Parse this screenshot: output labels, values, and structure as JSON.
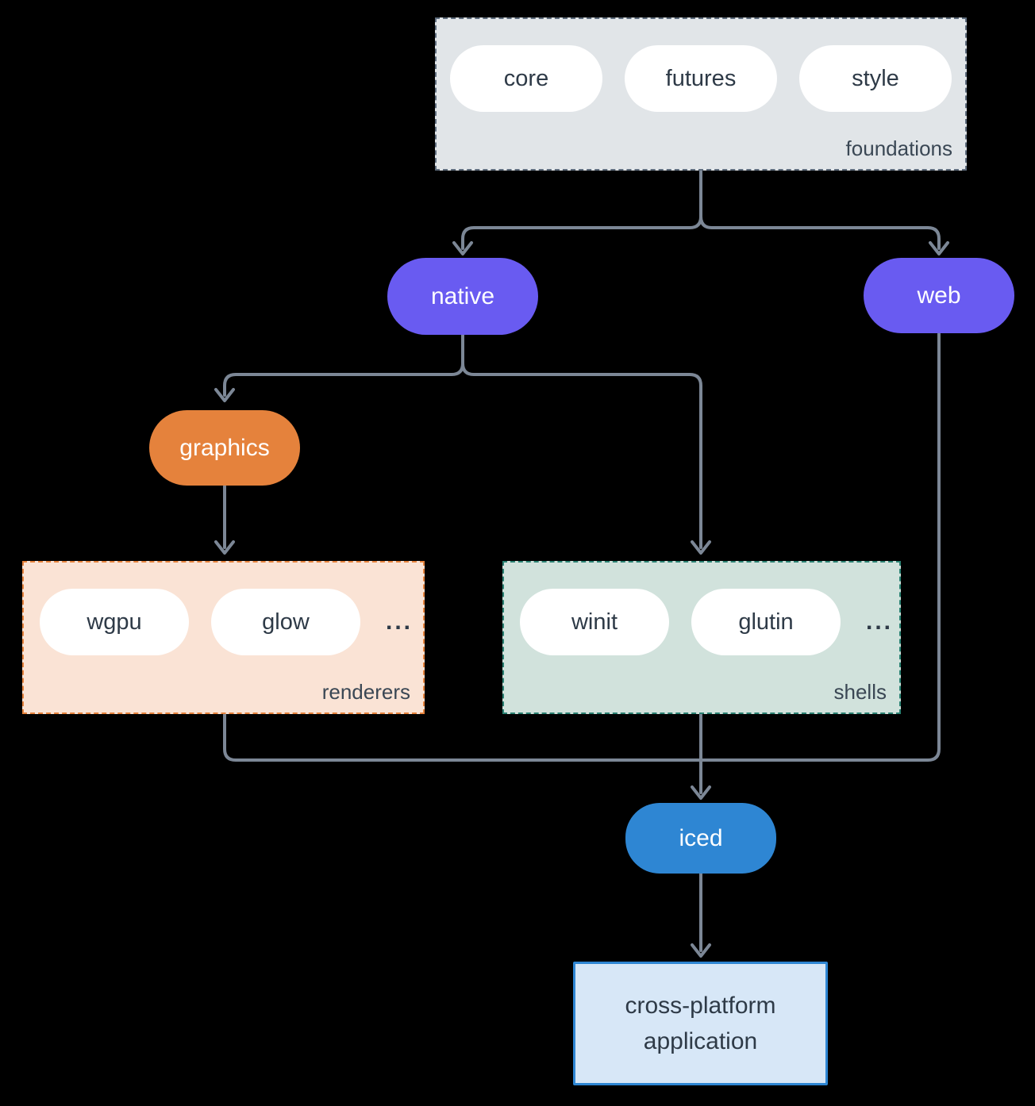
{
  "diagram": {
    "background_color": "#000000",
    "connector_color": "#7c8796",
    "text_color": "#2e3a47",
    "foundations": {
      "label": "foundations",
      "items": [
        "core",
        "futures",
        "style"
      ],
      "fill": "#e1e5e8",
      "border_color": "#5f6d7e"
    },
    "native": {
      "label": "native",
      "fill": "#695bf1"
    },
    "web": {
      "label": "web",
      "fill": "#695bf1"
    },
    "graphics": {
      "label": "graphics",
      "fill": "#e5823c"
    },
    "renderers": {
      "label": "renderers",
      "items": [
        "wgpu",
        "glow"
      ],
      "ellipsis": "...",
      "fill": "#fae3d5",
      "border_color": "#e5823c"
    },
    "shells": {
      "label": "shells",
      "items": [
        "winit",
        "glutin"
      ],
      "ellipsis": "...",
      "fill": "#d1e2dc",
      "border_color": "#2a8172"
    },
    "iced": {
      "label": "iced",
      "fill": "#2e86d3"
    },
    "application": {
      "label_line1": "cross-platform",
      "label_line2": "application",
      "fill": "#d7e7f7",
      "border_color": "#2e86d3"
    }
  }
}
